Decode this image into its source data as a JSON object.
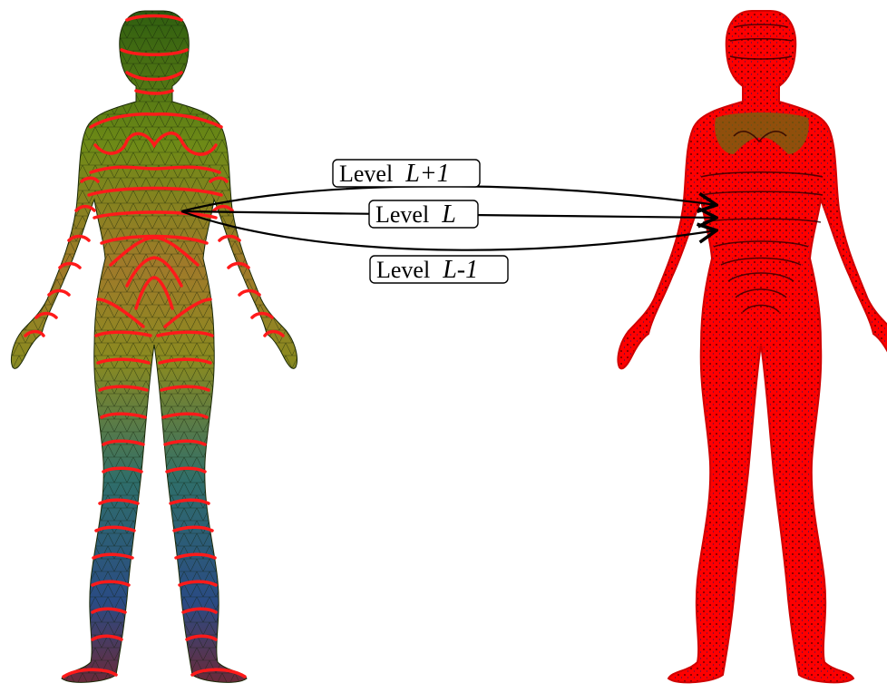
{
  "figure": {
    "left_model": {
      "name": "segmented-body-mesh"
    },
    "right_model": {
      "name": "level-point-cloud-body"
    },
    "labels": [
      {
        "id": "level-upper",
        "prefix": "Level",
        "var": "L+1"
      },
      {
        "id": "level-middle",
        "prefix": "Level",
        "var": "L"
      },
      {
        "id": "level-lower",
        "prefix": "Level",
        "var": "L-1"
      }
    ]
  },
  "colors": {
    "contour_red": "#ff1a1a",
    "mesh_green": "#3f6b12",
    "mesh_yellow": "#c9b21e",
    "mesh_teal": "#2b6d77",
    "mesh_navy": "#243a7a",
    "cloud_red": "#ff0000"
  }
}
